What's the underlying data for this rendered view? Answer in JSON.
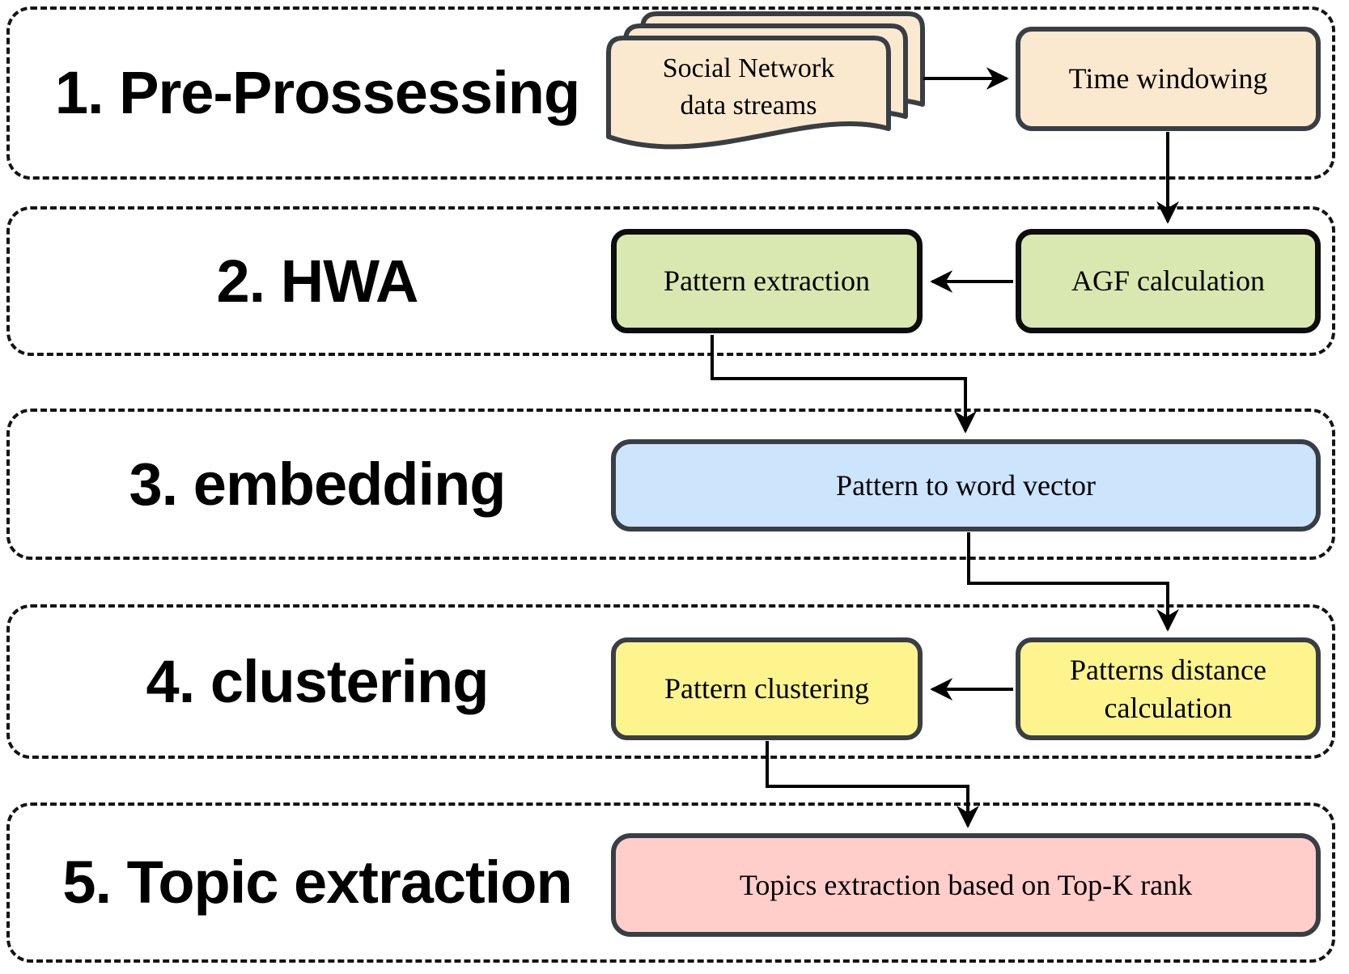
{
  "diagram": {
    "type": "flowchart",
    "sections": [
      {
        "id": "pre-processing",
        "label": "1. Pre-Prossessing"
      },
      {
        "id": "hwa",
        "label": "2. HWA"
      },
      {
        "id": "embedding",
        "label": "3. embedding"
      },
      {
        "id": "clustering",
        "label": "4. clustering"
      },
      {
        "id": "topic-extraction",
        "label": "5. Topic extraction"
      }
    ],
    "nodes": {
      "data_streams": {
        "label": "Social Network\ndata streams",
        "shape": "document-stack",
        "color": "#fbe9cf",
        "section": "pre-processing"
      },
      "time_windowing": {
        "label": "Time windowing",
        "shape": "rounded-rect",
        "color": "#fbe9cf",
        "section": "pre-processing"
      },
      "pattern_extraction": {
        "label": "Pattern extraction",
        "shape": "rounded-rect",
        "color": "#d9e8b0",
        "section": "hwa"
      },
      "agf_calculation": {
        "label": "AGF calculation",
        "shape": "rounded-rect",
        "color": "#d9e8b0",
        "section": "hwa"
      },
      "pattern_to_word_vector": {
        "label": "Pattern to word vector",
        "shape": "rounded-rect",
        "color": "#cce4fc",
        "section": "embedding"
      },
      "pattern_clustering": {
        "label": "Pattern clustering",
        "shape": "rounded-rect",
        "color": "#fdf48e",
        "section": "clustering"
      },
      "patterns_distance": {
        "label": "Patterns distance\ncalculation",
        "shape": "rounded-rect",
        "color": "#fdf48e",
        "section": "clustering"
      },
      "topics_extraction": {
        "label": "Topics extraction based on Top-K rank",
        "shape": "rounded-rect",
        "color": "#ffcecb",
        "section": "topic-extraction"
      }
    },
    "edges": [
      {
        "from": "data_streams",
        "to": "time_windowing"
      },
      {
        "from": "time_windowing",
        "to": "agf_calculation"
      },
      {
        "from": "agf_calculation",
        "to": "pattern_extraction"
      },
      {
        "from": "pattern_extraction",
        "to": "pattern_to_word_vector"
      },
      {
        "from": "pattern_to_word_vector",
        "to": "patterns_distance"
      },
      {
        "from": "patterns_distance",
        "to": "pattern_clustering"
      },
      {
        "from": "pattern_clustering",
        "to": "topics_extraction"
      }
    ]
  },
  "colors": {
    "peach": "#fbe9cf",
    "green": "#d9e8b0",
    "blue": "#cce4fc",
    "yellow": "#fdf48e",
    "pink": "#ffcecb",
    "stroke-dark": "#383e44",
    "stroke-black": "#0d0d0d",
    "arrow": "#000000",
    "panel-border": "#141414",
    "text": "#000000"
  }
}
